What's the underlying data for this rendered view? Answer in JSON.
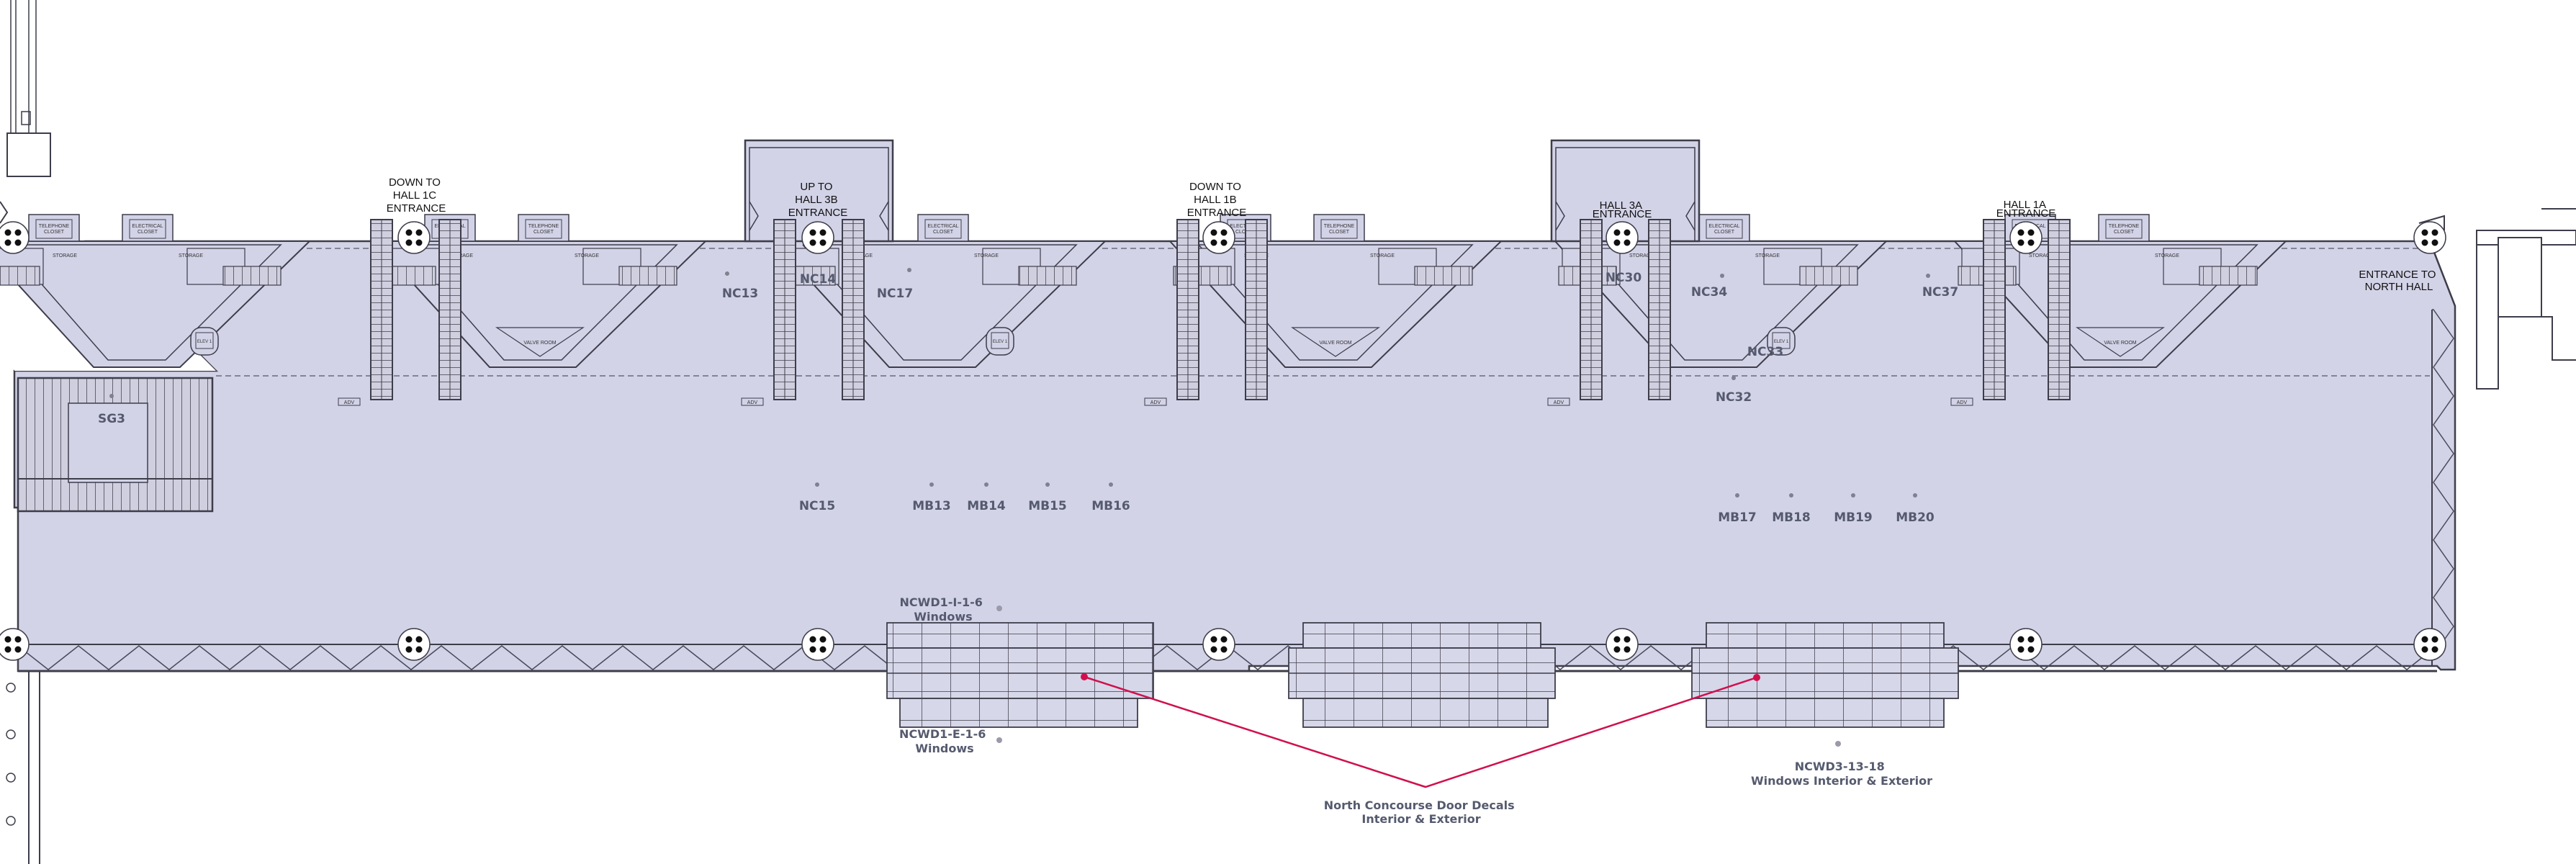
{
  "colors": {
    "floor": "#d3d3e8",
    "wall": "#3d3d4a",
    "callout_line": "#d0104c",
    "label_gray": "#555a6e"
  },
  "entrances": [
    {
      "id": "hall-1c",
      "lines": [
        "DOWN TO",
        "HALL 1C",
        "ENTRANCE"
      ]
    },
    {
      "id": "hall-3b",
      "lines": [
        "UP TO",
        "HALL 3B",
        "ENTRANCE"
      ]
    },
    {
      "id": "hall-1b",
      "lines": [
        "DOWN TO",
        "HALL 1B",
        "ENTRANCE"
      ]
    },
    {
      "id": "hall-3a",
      "lines": [
        "HALL 3A",
        "ENTRANCE"
      ]
    },
    {
      "id": "hall-1a",
      "lines": [
        "HALL 1A",
        "ENTRANCE"
      ]
    },
    {
      "id": "north-hall",
      "lines": [
        "ENTRANCE TO",
        "NORTH HALL"
      ]
    }
  ],
  "room_labels": {
    "telephone_closet": [
      "TELEPHONE",
      "CLOSET"
    ],
    "electrical_closet": [
      "ELECTRICAL",
      "CLOSET"
    ],
    "storage": "STORAGE",
    "valve_room": "VALVE ROOM",
    "elev": "ELEV 1"
  },
  "spots": [
    "SG3",
    "NC13",
    "NC14",
    "NC17",
    "NC15",
    "MB13",
    "MB14",
    "MB15",
    "MB16",
    "NC30",
    "NC34",
    "NC37",
    "NC33",
    "NC32",
    "MB17",
    "MB18",
    "MB19",
    "MB20"
  ],
  "callouts": {
    "ncwd1_i": {
      "code": "NCWD1-I-1-6",
      "desc": "Windows"
    },
    "ncwd1_e": {
      "code": "NCWD1-E-1-6",
      "desc": "Windows"
    },
    "ncwd3": {
      "code": "NCWD3-13-18",
      "desc": "Windows Interior & Exterior"
    },
    "decals": {
      "code": "North Concourse Door Decals",
      "desc": "Interior & Exterior"
    }
  },
  "stair_tag": "ADV"
}
